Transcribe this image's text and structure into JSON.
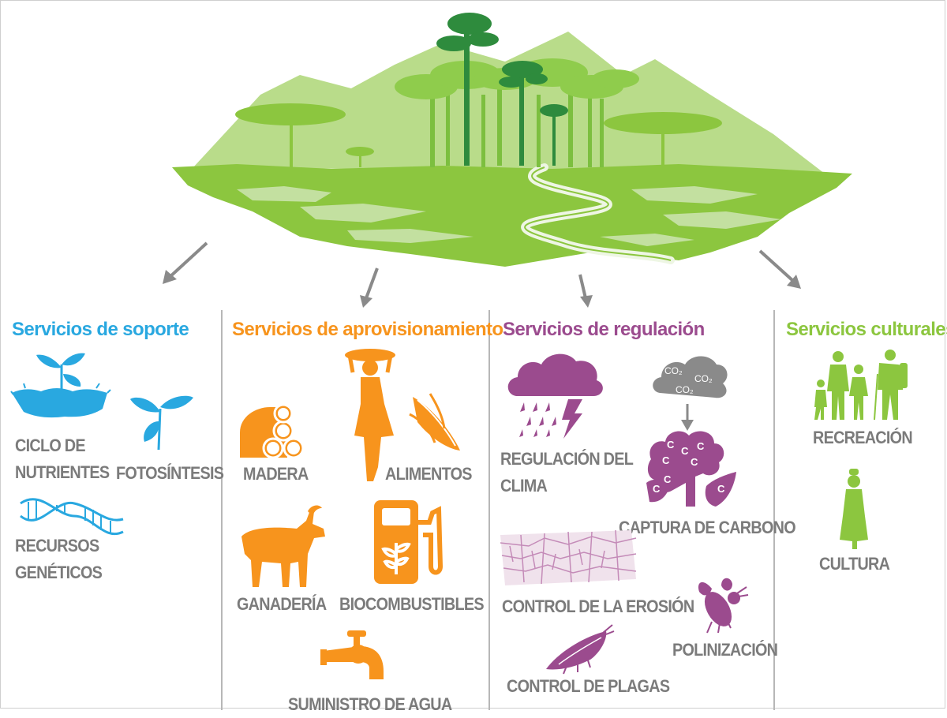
{
  "colors": {
    "green_light": "#8cc63f",
    "green_pale": "#b9dc8a",
    "green_dark": "#2e8b3d",
    "blue": "#29a8e0",
    "orange": "#f7941d",
    "purple": "#9b4b8e",
    "lime": "#8cc63f",
    "gray_text": "#7b7b7b",
    "arrow": "#8a8a8a"
  },
  "categories": {
    "soporte": {
      "title": "Servicios de soporte",
      "items": [
        {
          "label": "CICLO DE NUTRIENTES",
          "icon": "soil-sprout-icon"
        },
        {
          "label": "FOTOSÍNTESIS",
          "icon": "seedling-icon"
        },
        {
          "label": "RECURSOS GENÉTICOS",
          "icon": "dna-icon"
        }
      ]
    },
    "aprovisionamiento": {
      "title": "Servicios de aprovisionamiento",
      "items": [
        {
          "label": "MADERA",
          "icon": "log-pile-icon"
        },
        {
          "label": "ALIMENTOS",
          "icon": "woman-carrying-basket-icon"
        },
        {
          "label": "GANADERÍA",
          "icon": "goat-icon"
        },
        {
          "label": "BIOCOMBUSTIBLES",
          "icon": "fuel-pump-icon"
        },
        {
          "label": "SUMINISTRO DE AGUA",
          "icon": "water-tap-icon"
        }
      ]
    },
    "regulacion": {
      "title": "Servicios de regulación",
      "items": [
        {
          "label": "REGULACIÓN DEL CLIMA",
          "icon": "storm-cloud-icon"
        },
        {
          "label": "CAPTURA DE CARBONO",
          "icon": "carbon-tree-icon"
        },
        {
          "label": "CONTROL DE LA EROSIÓN",
          "icon": "cracked-earth-icon"
        },
        {
          "label": "POLINIZACIÓN",
          "icon": "bee-icon"
        },
        {
          "label": "CONTROL DE PLAGAS",
          "icon": "moth-icon"
        }
      ]
    },
    "culturales": {
      "title": "Servicios culturales",
      "items": [
        {
          "label": "RECREACIÓN",
          "icon": "family-hikers-icon"
        },
        {
          "label": "CULTURA",
          "icon": "traditional-woman-icon"
        }
      ]
    }
  },
  "cloud_labels": {
    "co2": "CO₂",
    "c": "C"
  }
}
